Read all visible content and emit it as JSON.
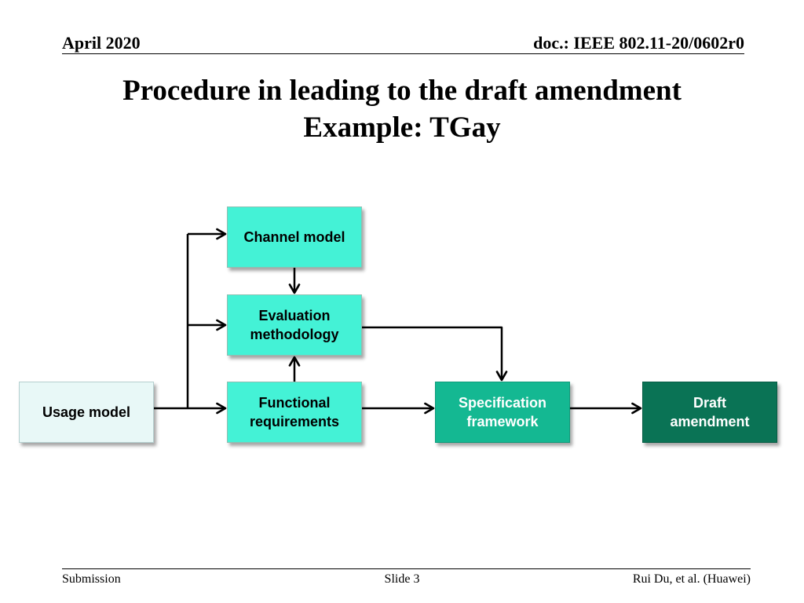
{
  "header": {
    "date": "April 2020",
    "doc_id": "doc.: IEEE 802.11-20/0602r0"
  },
  "title": {
    "line1": "Procedure in leading to the draft amendment",
    "line2": "Example:  TGay"
  },
  "diagram": {
    "nodes": {
      "usage_model": {
        "label": "Usage model"
      },
      "channel_model": {
        "label": "Channel model"
      },
      "evaluation_methodology": {
        "line1": "Evaluation",
        "line2": "methodology"
      },
      "functional_requirements": {
        "line1": "Functional",
        "line2": "requirements"
      },
      "specification_framework": {
        "line1": "Specification",
        "line2": "framework"
      },
      "draft_amendment": {
        "line1": "Draft",
        "line2": "amendment"
      }
    },
    "edges": [
      {
        "from": "usage_model",
        "to": "channel_model"
      },
      {
        "from": "usage_model",
        "to": "evaluation_methodology"
      },
      {
        "from": "usage_model",
        "to": "functional_requirements"
      },
      {
        "from": "channel_model",
        "to": "evaluation_methodology"
      },
      {
        "from": "functional_requirements",
        "to": "evaluation_methodology"
      },
      {
        "from": "evaluation_methodology",
        "to": "specification_framework"
      },
      {
        "from": "functional_requirements",
        "to": "specification_framework"
      },
      {
        "from": "specification_framework",
        "to": "draft_amendment"
      }
    ],
    "colors": {
      "usage_fill": "#e8f8f7",
      "light_fill": "#44f2d6",
      "medium_fill": "#14b892",
      "dark_fill": "#0a7355",
      "connector": "#000000"
    }
  },
  "footer": {
    "left": "Submission",
    "center": "Slide 3",
    "right": "Rui Du, et al. (Huawei)"
  }
}
